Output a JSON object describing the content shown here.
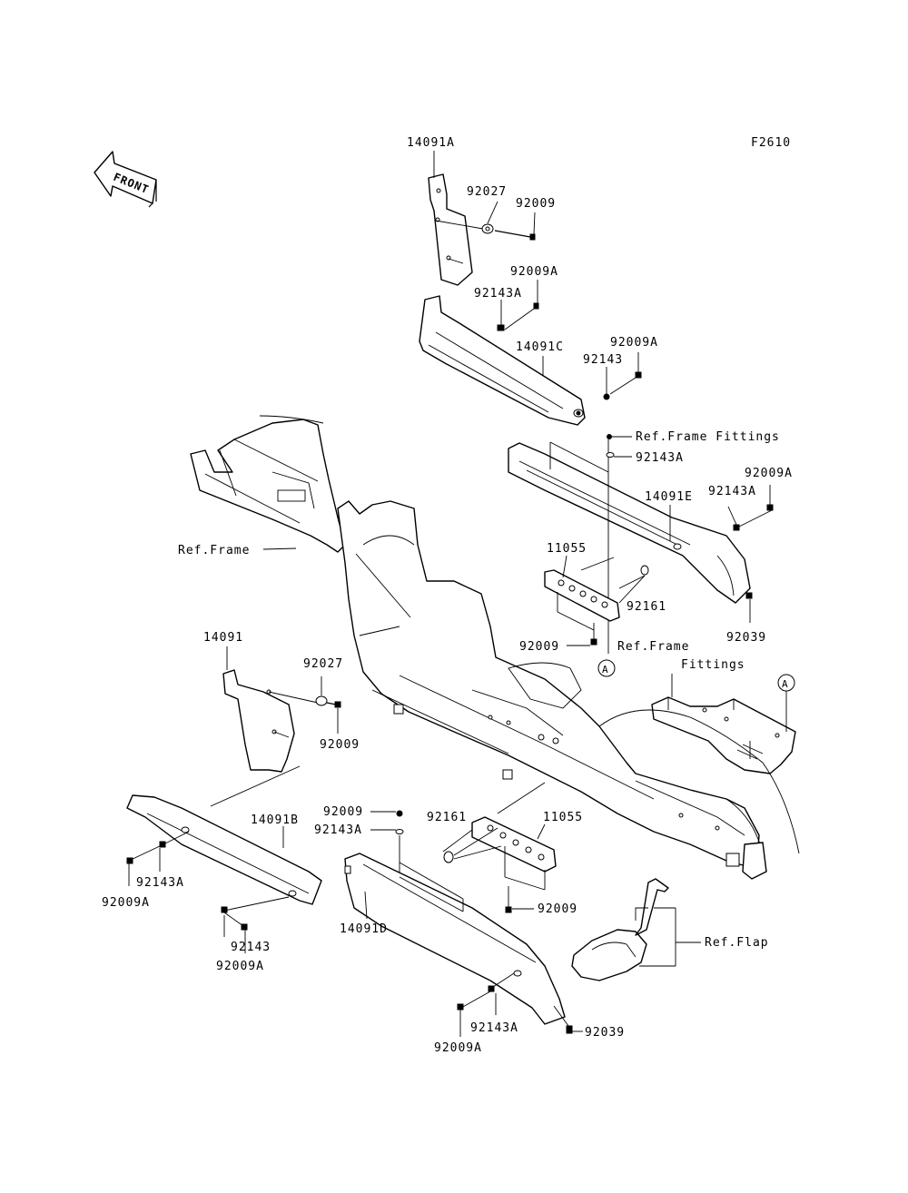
{
  "figure_code": "F2610",
  "front_label": "FRONT",
  "callout_circle": "A",
  "labels": {
    "l_14091A": "14091A",
    "l_92027_top": "92027",
    "l_92009_top": "92009",
    "l_92009A_1": "92009A",
    "l_92143A_1": "92143A",
    "l_14091C": "14091C",
    "l_92009A_2": "92009A",
    "l_92143_1": "92143",
    "l_ref_frame_fittings_1": "Ref.Frame Fittings",
    "l_92143A_2": "92143A",
    "l_92009A_3": "92009A",
    "l_14091E": "14091E",
    "l_92143A_3": "92143A",
    "l_ref_frame": "Ref.Frame",
    "l_11055_1": "11055",
    "l_92161_1": "92161",
    "l_92039_1": "92039",
    "l_92009_mid": "92009",
    "l_ref_frame_fittings_2a": "Ref.Frame",
    "l_ref_frame_fittings_2b": "Fittings",
    "l_14091": "14091",
    "l_92027_left": "92027",
    "l_92009_left": "92009",
    "l_92009_low": "92009",
    "l_92143A_low": "92143A",
    "l_92161_2": "92161",
    "l_11055_2": "11055",
    "l_14091B": "14091B",
    "l_92143A_4": "92143A",
    "l_92009A_4": "92009A",
    "l_92143_2": "92143",
    "l_92009A_5": "92009A",
    "l_14091D": "14091D",
    "l_92009_bot": "92009",
    "l_ref_flap": "Ref.Flap",
    "l_92143A_5": "92143A",
    "l_92039_2": "92039",
    "l_92009A_6": "92009A"
  }
}
